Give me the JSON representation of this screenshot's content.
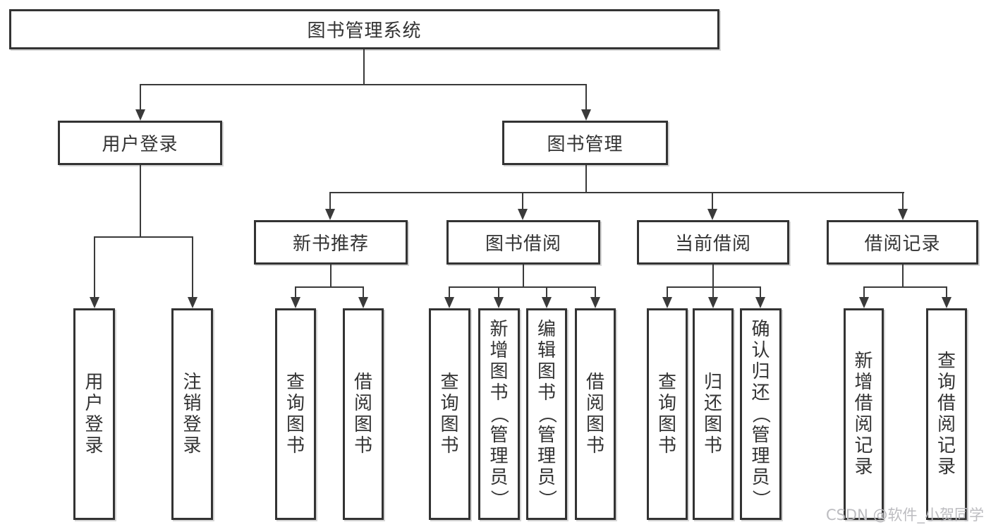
{
  "colors": {
    "line": "#3a3a3a",
    "box_border": "#333333",
    "text": "#333333",
    "watermark": "#bcbcc0",
    "background": "#ffffff"
  },
  "watermark": "CSDN @软件_小贺同学",
  "tree": {
    "root": {
      "label": "图书管理系统"
    },
    "branches": [
      {
        "label": "用户登录",
        "children": [
          {
            "label": "用户登录"
          },
          {
            "label": "注销登录"
          }
        ]
      },
      {
        "label": "图书管理",
        "children": [
          {
            "label": "新书推荐",
            "children": [
              {
                "label": "查询图书"
              },
              {
                "label": "借阅图书"
              }
            ]
          },
          {
            "label": "图书借阅",
            "children": [
              {
                "label": "查询图书"
              },
              {
                "label": "新增图书（管理员）"
              },
              {
                "label": "编辑图书（管理员）"
              },
              {
                "label": "借阅图书"
              }
            ]
          },
          {
            "label": "当前借阅",
            "children": [
              {
                "label": "查询图书"
              },
              {
                "label": "归还图书"
              },
              {
                "label": "确认归还（管理员）"
              }
            ]
          },
          {
            "label": "借阅记录",
            "children": [
              {
                "label": "新增借阅记录"
              },
              {
                "label": "查询借阅记录"
              }
            ]
          }
        ]
      }
    ]
  }
}
